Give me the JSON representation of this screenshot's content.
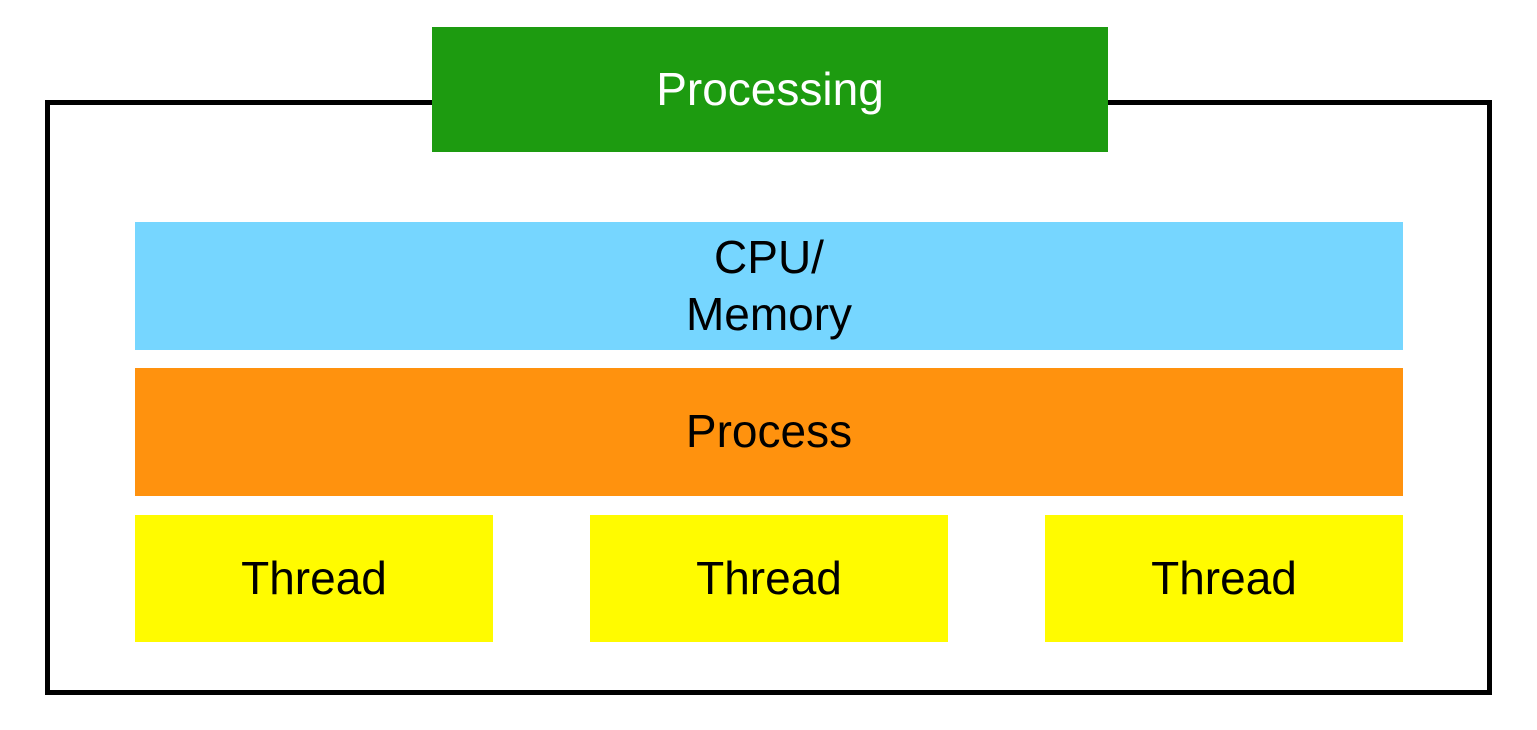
{
  "diagram": {
    "processing_label": "Processing",
    "cpu_memory": {
      "line1": "CPU/",
      "line2": "Memory"
    },
    "process_label": "Process",
    "threads": [
      {
        "label": "Thread"
      },
      {
        "label": "Thread"
      },
      {
        "label": "Thread"
      }
    ],
    "colors": {
      "processing_box": "#1d9b10",
      "cpu_memory_box": "#76d6ff",
      "process_box": "#ff920e",
      "thread_box": "#fffb00",
      "outer_border": "#000000",
      "processing_text": "#ffffff",
      "body_text": "#000000",
      "background": "#ffffff"
    }
  }
}
